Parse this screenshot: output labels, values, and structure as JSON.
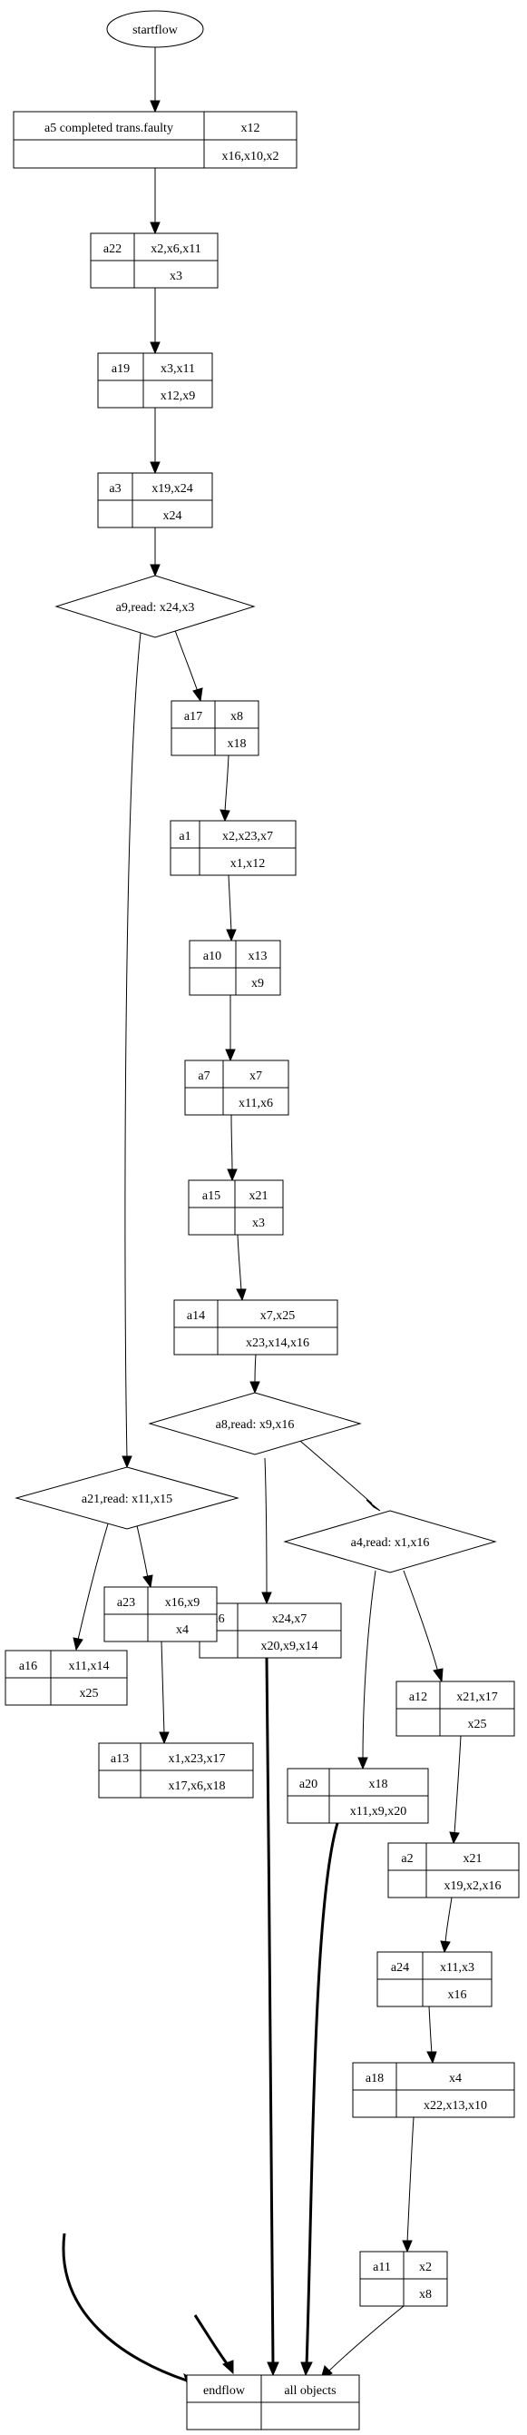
{
  "start": {
    "label": "startflow"
  },
  "end": {
    "left": "endflow",
    "right": "all objects"
  },
  "tasks": {
    "a5": {
      "name": "a5 completed trans.faulty",
      "top": "x12",
      "bottom": "x16,x10,x2"
    },
    "a22": {
      "name": "a22",
      "top": "x2,x6,x11",
      "bottom": "x3"
    },
    "a19": {
      "name": "a19",
      "top": "x3,x11",
      "bottom": "x12,x9"
    },
    "a3": {
      "name": "a3",
      "top": "x19,x24",
      "bottom": "x24"
    },
    "a17": {
      "name": "a17",
      "top": "x8",
      "bottom": "x18"
    },
    "a1": {
      "name": "a1",
      "top": "x2,x23,x7",
      "bottom": "x1,x12"
    },
    "a10": {
      "name": "a10",
      "top": "x13",
      "bottom": "x9"
    },
    "a7": {
      "name": "a7",
      "top": "x7",
      "bottom": "x11,x6"
    },
    "a15": {
      "name": "a15",
      "top": "x21",
      "bottom": "x3"
    },
    "a14": {
      "name": "a14",
      "top": "x7,x25",
      "bottom": "x23,x14,x16"
    },
    "a6": {
      "name": "a6",
      "top": "x24,x7",
      "bottom": "x20,x9,x14"
    },
    "a12": {
      "name": "a12",
      "top": "x21,x17",
      "bottom": "x25"
    },
    "a20": {
      "name": "a20",
      "top": "x18",
      "bottom": "x11,x9,x20"
    },
    "a2": {
      "name": "a2",
      "top": "x21",
      "bottom": "x19,x2,x16"
    },
    "a24": {
      "name": "a24",
      "top": "x11,x3",
      "bottom": "x16"
    },
    "a18": {
      "name": "a18",
      "top": "x4",
      "bottom": "x22,x13,x10"
    },
    "a11": {
      "name": "a11",
      "top": "x2",
      "bottom": "x8"
    },
    "a23": {
      "name": "a23",
      "top": "x16,x9",
      "bottom": "x4"
    },
    "a16": {
      "name": "a16",
      "top": "x11,x14",
      "bottom": "x25"
    },
    "a13": {
      "name": "a13",
      "top": "x1,x23,x17",
      "bottom": "x17,x6,x18"
    }
  },
  "decisions": {
    "a9": {
      "label": "a9,read: x24,x3"
    },
    "a8": {
      "label": "a8,read: x9,x16"
    },
    "a4": {
      "label": "a4,read: x1,x16"
    },
    "a21": {
      "label": "a21,read: x11,x15"
    }
  }
}
